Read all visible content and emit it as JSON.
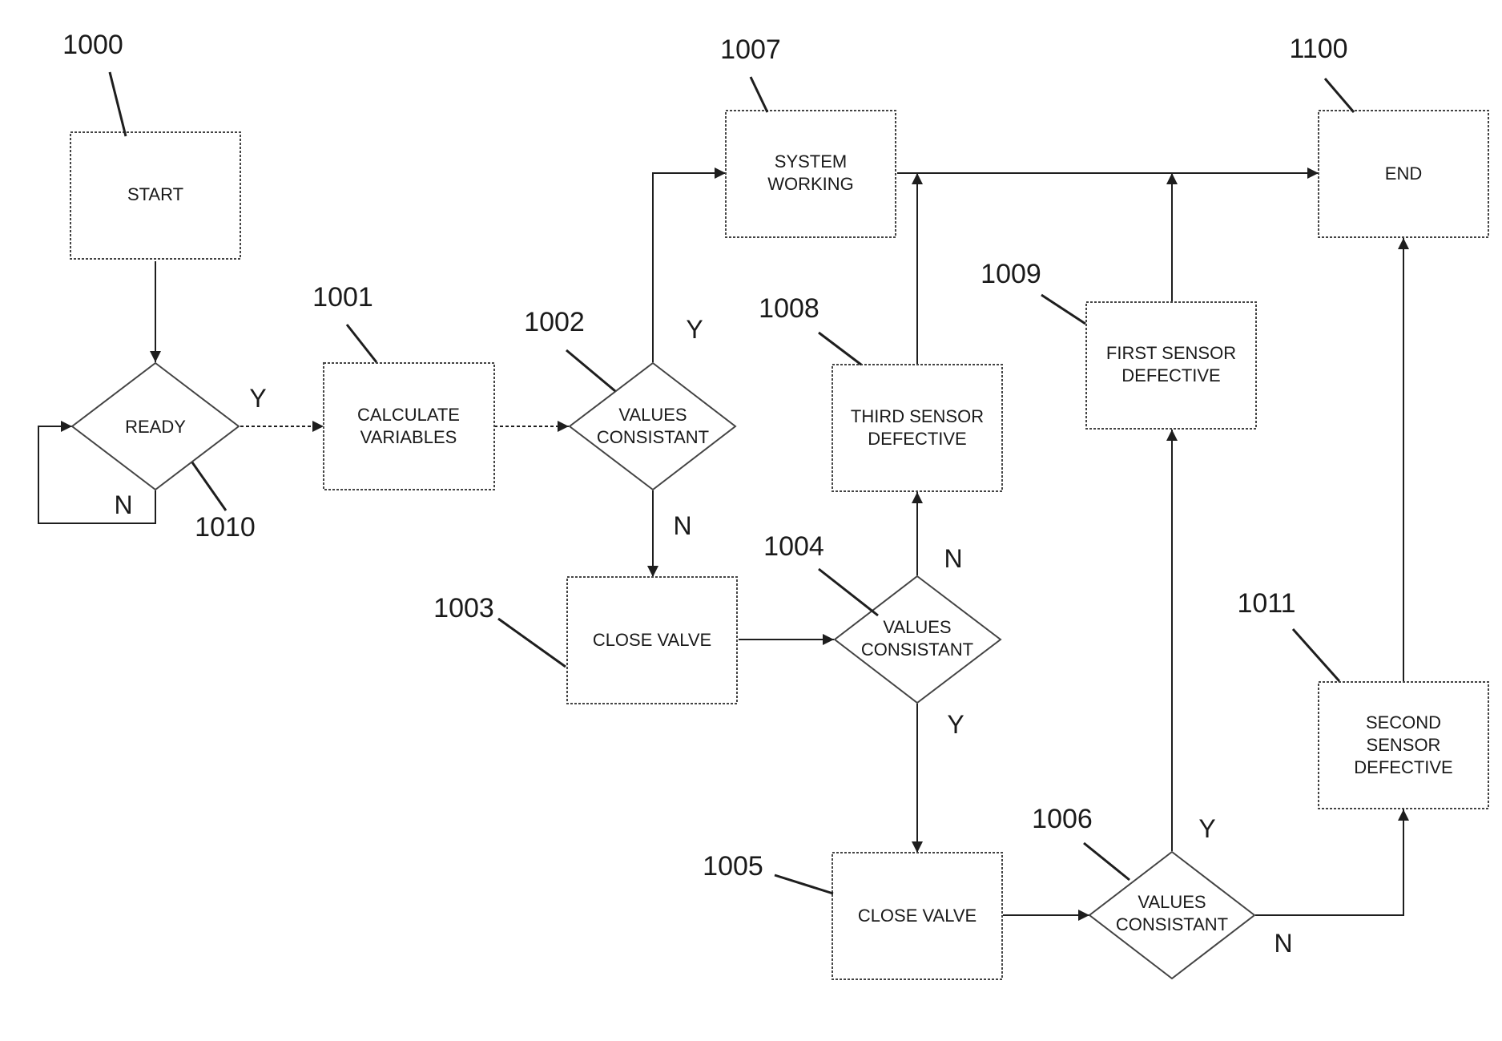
{
  "nodes": {
    "start": {
      "ref": "1000",
      "lines": [
        "START"
      ]
    },
    "ready": {
      "ref": "1010",
      "lines": [
        "READY"
      ]
    },
    "calculate": {
      "ref": "1001",
      "lines": [
        "CALCULATE",
        "VARIABLES"
      ]
    },
    "check1": {
      "ref": "1002",
      "lines": [
        "VALUES",
        "CONSISTANT"
      ]
    },
    "close1": {
      "ref": "1003",
      "lines": [
        "CLOSE VALVE"
      ]
    },
    "check2": {
      "ref": "1004",
      "lines": [
        "VALUES",
        "CONSISTANT"
      ]
    },
    "close2": {
      "ref": "1005",
      "lines": [
        "CLOSE VALVE"
      ]
    },
    "check3": {
      "ref": "1006",
      "lines": [
        "VALUES",
        "CONSISTANT"
      ]
    },
    "working": {
      "ref": "1007",
      "lines": [
        "SYSTEM",
        "WORKING"
      ]
    },
    "third": {
      "ref": "1008",
      "lines": [
        "THIRD SENSOR",
        "DEFECTIVE"
      ]
    },
    "first": {
      "ref": "1009",
      "lines": [
        "FIRST SENSOR",
        "DEFECTIVE"
      ]
    },
    "second": {
      "ref": "1011",
      "lines": [
        "SECOND",
        "SENSOR",
        "DEFECTIVE"
      ]
    },
    "end": {
      "ref": "1100",
      "lines": [
        "END"
      ]
    }
  },
  "edge_labels": {
    "ready_yes": "Y",
    "ready_no": "N",
    "check1_yes": "Y",
    "check1_no": "N",
    "check2_no": "N",
    "check2_yes": "Y",
    "check3_yes": "Y",
    "check3_no": "N"
  },
  "colors": {
    "line": "#1e1e1e",
    "border": "#444444",
    "text": "#1a1a1a"
  }
}
